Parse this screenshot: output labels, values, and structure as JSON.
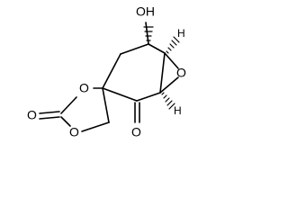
{
  "molecule": {
    "labels": {
      "hydroxyl": "OH",
      "epoxide_oxygen": "O",
      "ketone_oxygen": "O",
      "carbonate_carbonyl_oxygen": "O",
      "ring_oxygen_upper": "O",
      "ring_oxygen_lower": "O",
      "hydrogen_upper": "H",
      "hydrogen_lower": "H"
    }
  }
}
